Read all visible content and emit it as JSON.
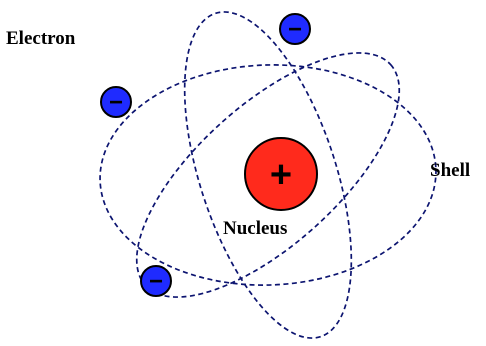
{
  "labels": {
    "electron": "Electron",
    "shell": "Shell",
    "nucleus": "Nucleus"
  },
  "symbols": {
    "nucleus_charge": "+",
    "electron_charge": "−"
  },
  "colors": {
    "nucleus_fill": "#ff2a1c",
    "electron_fill": "#1f2bff",
    "orbit_stroke": "#0c1470",
    "outline": "#000000"
  },
  "structure": {
    "electron_count": 3,
    "orbit_count": 3
  }
}
